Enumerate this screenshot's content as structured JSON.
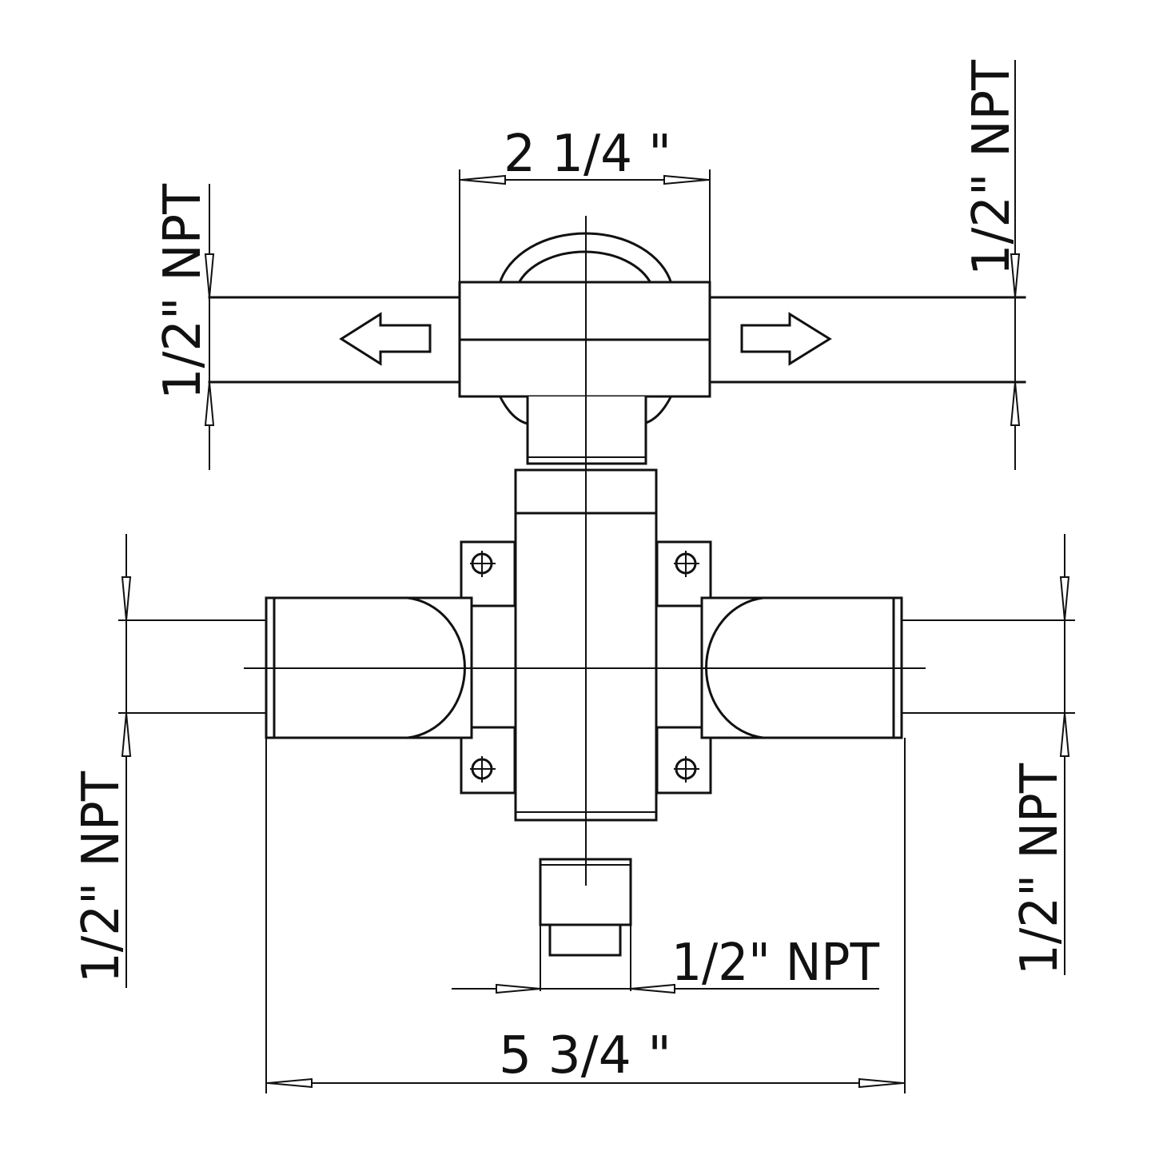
{
  "dimensions": {
    "top_width": "2 1/4 \"",
    "overall_width": "5 3/4 \"",
    "outlet_left_top": "1/2\" NPT",
    "outlet_right_top": "1/2\" NPT",
    "inlet_left": "1/2\" NPT",
    "inlet_right": "1/2\" NPT",
    "bottom_port": "1/2\" NPT"
  },
  "colors": {
    "line": "#111111",
    "background": "#ffffff"
  }
}
